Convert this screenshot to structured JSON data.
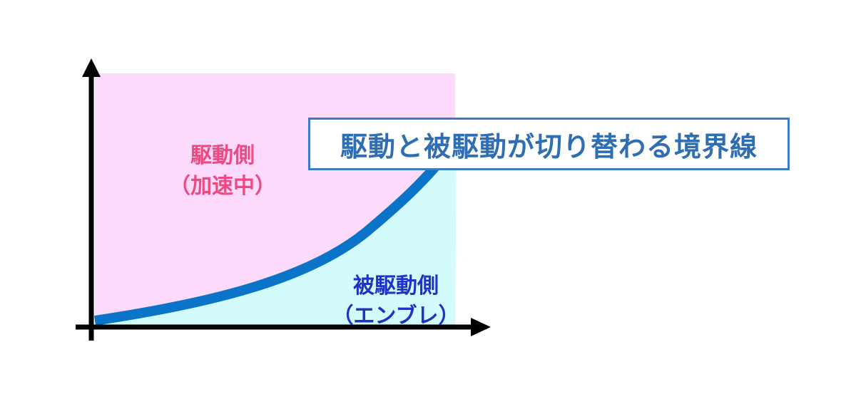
{
  "colors": {
    "drive_region": "#fdd9fb",
    "coast_region": "#d4fbfb",
    "curve": "#0a74c8",
    "axis": "#000000",
    "drive_text": "#ec4a80",
    "coast_text": "#1f33c4",
    "callout_text": "#2f6eb2"
  },
  "regions": {
    "drive": {
      "line1": "駆動側",
      "line2": "（加速中）"
    },
    "coast": {
      "line1": "被駆動側",
      "line2": "（エンブレ）"
    }
  },
  "callout": {
    "text": "駆動と被駆動が切り替わる境界線"
  }
}
